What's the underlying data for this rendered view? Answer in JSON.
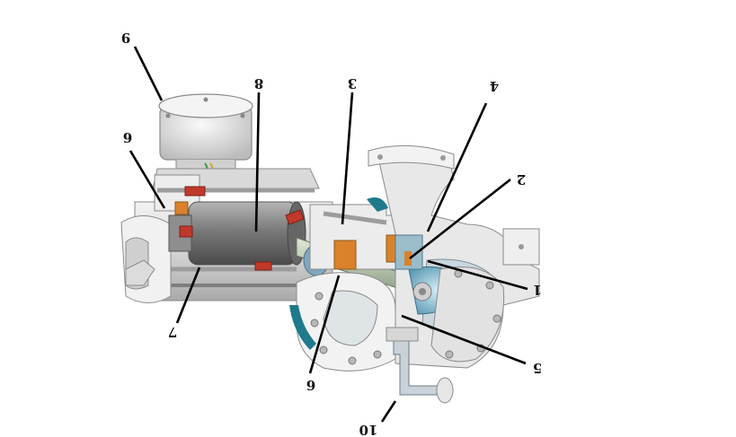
{
  "diagram": {
    "subject": "canned motor pump cutaway",
    "colors": {
      "casing": "#e6e6e6",
      "casing_dark": "#bdbdbd",
      "cut_face": "#f3f3f3",
      "rotor": "#8c8c8c",
      "rotor_dark": "#5e5e5e",
      "bolt": "#c8c8c8",
      "red_seal": "#c0392b",
      "orange_bearing": "#d9822b",
      "teal": "#1f7a8c",
      "impeller": "#7fb2c9",
      "leader": "#000000"
    },
    "callouts": [
      {
        "id": "1",
        "label": "1"
      },
      {
        "id": "2",
        "label": "2"
      },
      {
        "id": "3",
        "label": "3"
      },
      {
        "id": "4",
        "label": "4"
      },
      {
        "id": "5",
        "label": "5"
      },
      {
        "id": "6a",
        "label": "6"
      },
      {
        "id": "6b",
        "label": "6"
      },
      {
        "id": "7",
        "label": "7"
      },
      {
        "id": "8",
        "label": "8"
      },
      {
        "id": "9",
        "label": "9"
      },
      {
        "id": "10",
        "label": "10"
      }
    ]
  }
}
